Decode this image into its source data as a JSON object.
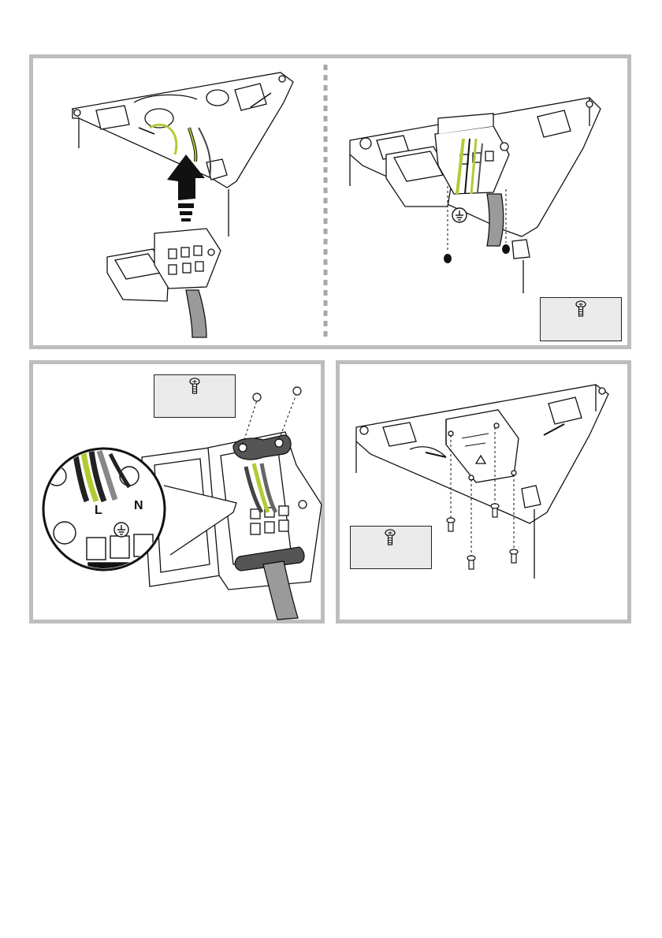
{
  "page": {
    "background_color": "#ffffff",
    "panel_border_color": "#bdbdbd",
    "hint_box_color": "#eaeaea",
    "wire_earth_color": "#b5c934",
    "cable_color": "#9a9a9a"
  },
  "panels": [
    {
      "id": "step-1-2",
      "icons": [
        "hood-base-icon",
        "arrow-up-icon",
        "terminal-box-icon",
        "mount-screws-icon",
        "earth-symbol-icon",
        "screw-icon"
      ]
    },
    {
      "id": "step-3",
      "icons": [
        "screw-icon",
        "terminal-box-icon",
        "cable-clamp-icon",
        "terminal-block-zoom-icon",
        "earth-symbol-icon"
      ]
    },
    {
      "id": "step-4",
      "icons": [
        "hood-base-icon",
        "terminal-cover-icon",
        "screw-icon"
      ]
    }
  ],
  "terminal_labels": {
    "live": "L",
    "neutral": "N"
  }
}
